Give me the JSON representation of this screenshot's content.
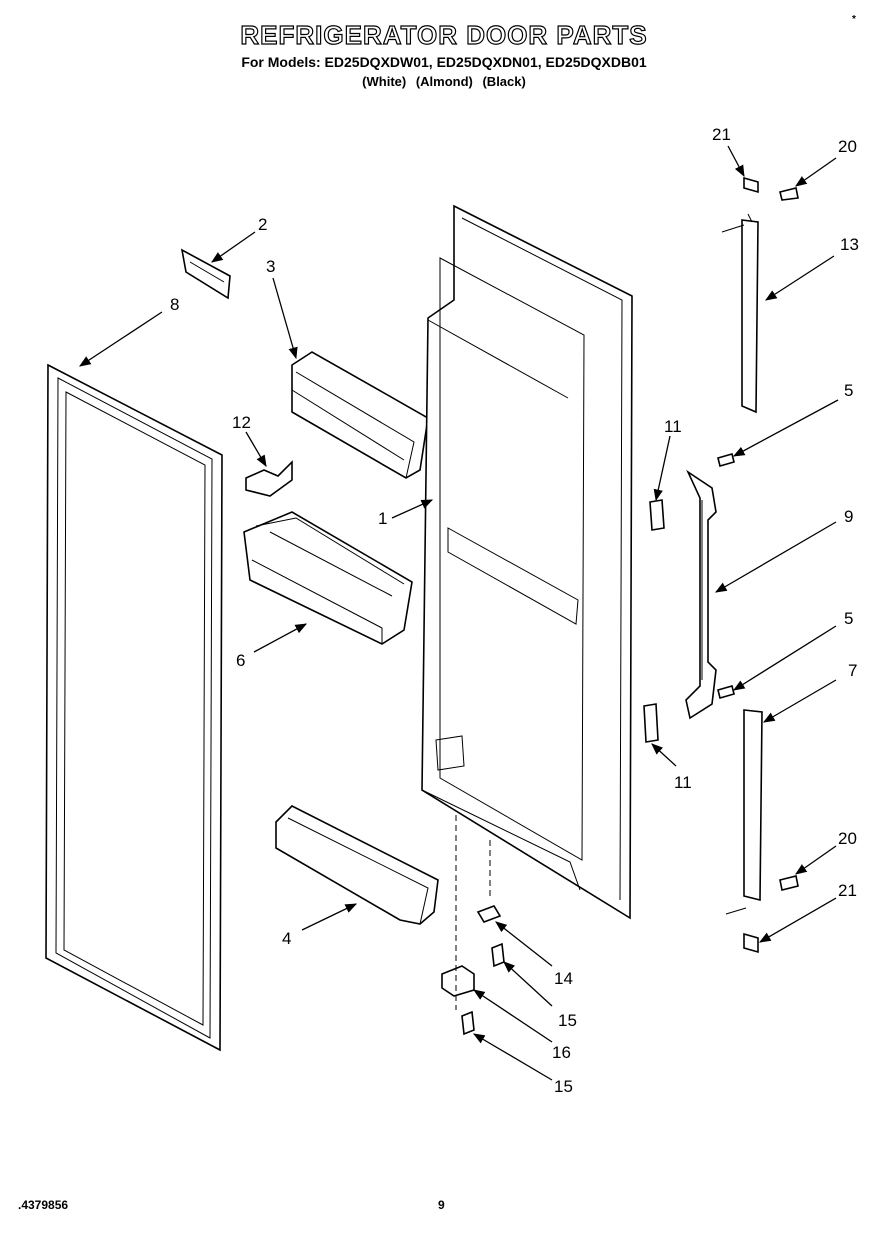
{
  "header": {
    "title": "REFRIGERATOR DOOR PARTS",
    "models": "For Models: ED25DQXDW01, ED25DQXDN01, ED25DQXDB01",
    "colors": "(White)   (Almond)   (Black)"
  },
  "footer": {
    "doc_number": ".4379856",
    "page": "9"
  },
  "corner_mark": "*",
  "callouts": {
    "c1": "1",
    "c2": "2",
    "c3": "3",
    "c4": "4",
    "c5a": "5",
    "c5b": "5",
    "c6": "6",
    "c7": "7",
    "c8": "8",
    "c9": "9",
    "c11a": "11",
    "c11b": "11",
    "c12": "12",
    "c13": "13",
    "c14": "14",
    "c15a": "15",
    "c15b": "15",
    "c16": "16",
    "c20a": "20",
    "c20b": "20",
    "c21a": "21",
    "c21b": "21"
  }
}
